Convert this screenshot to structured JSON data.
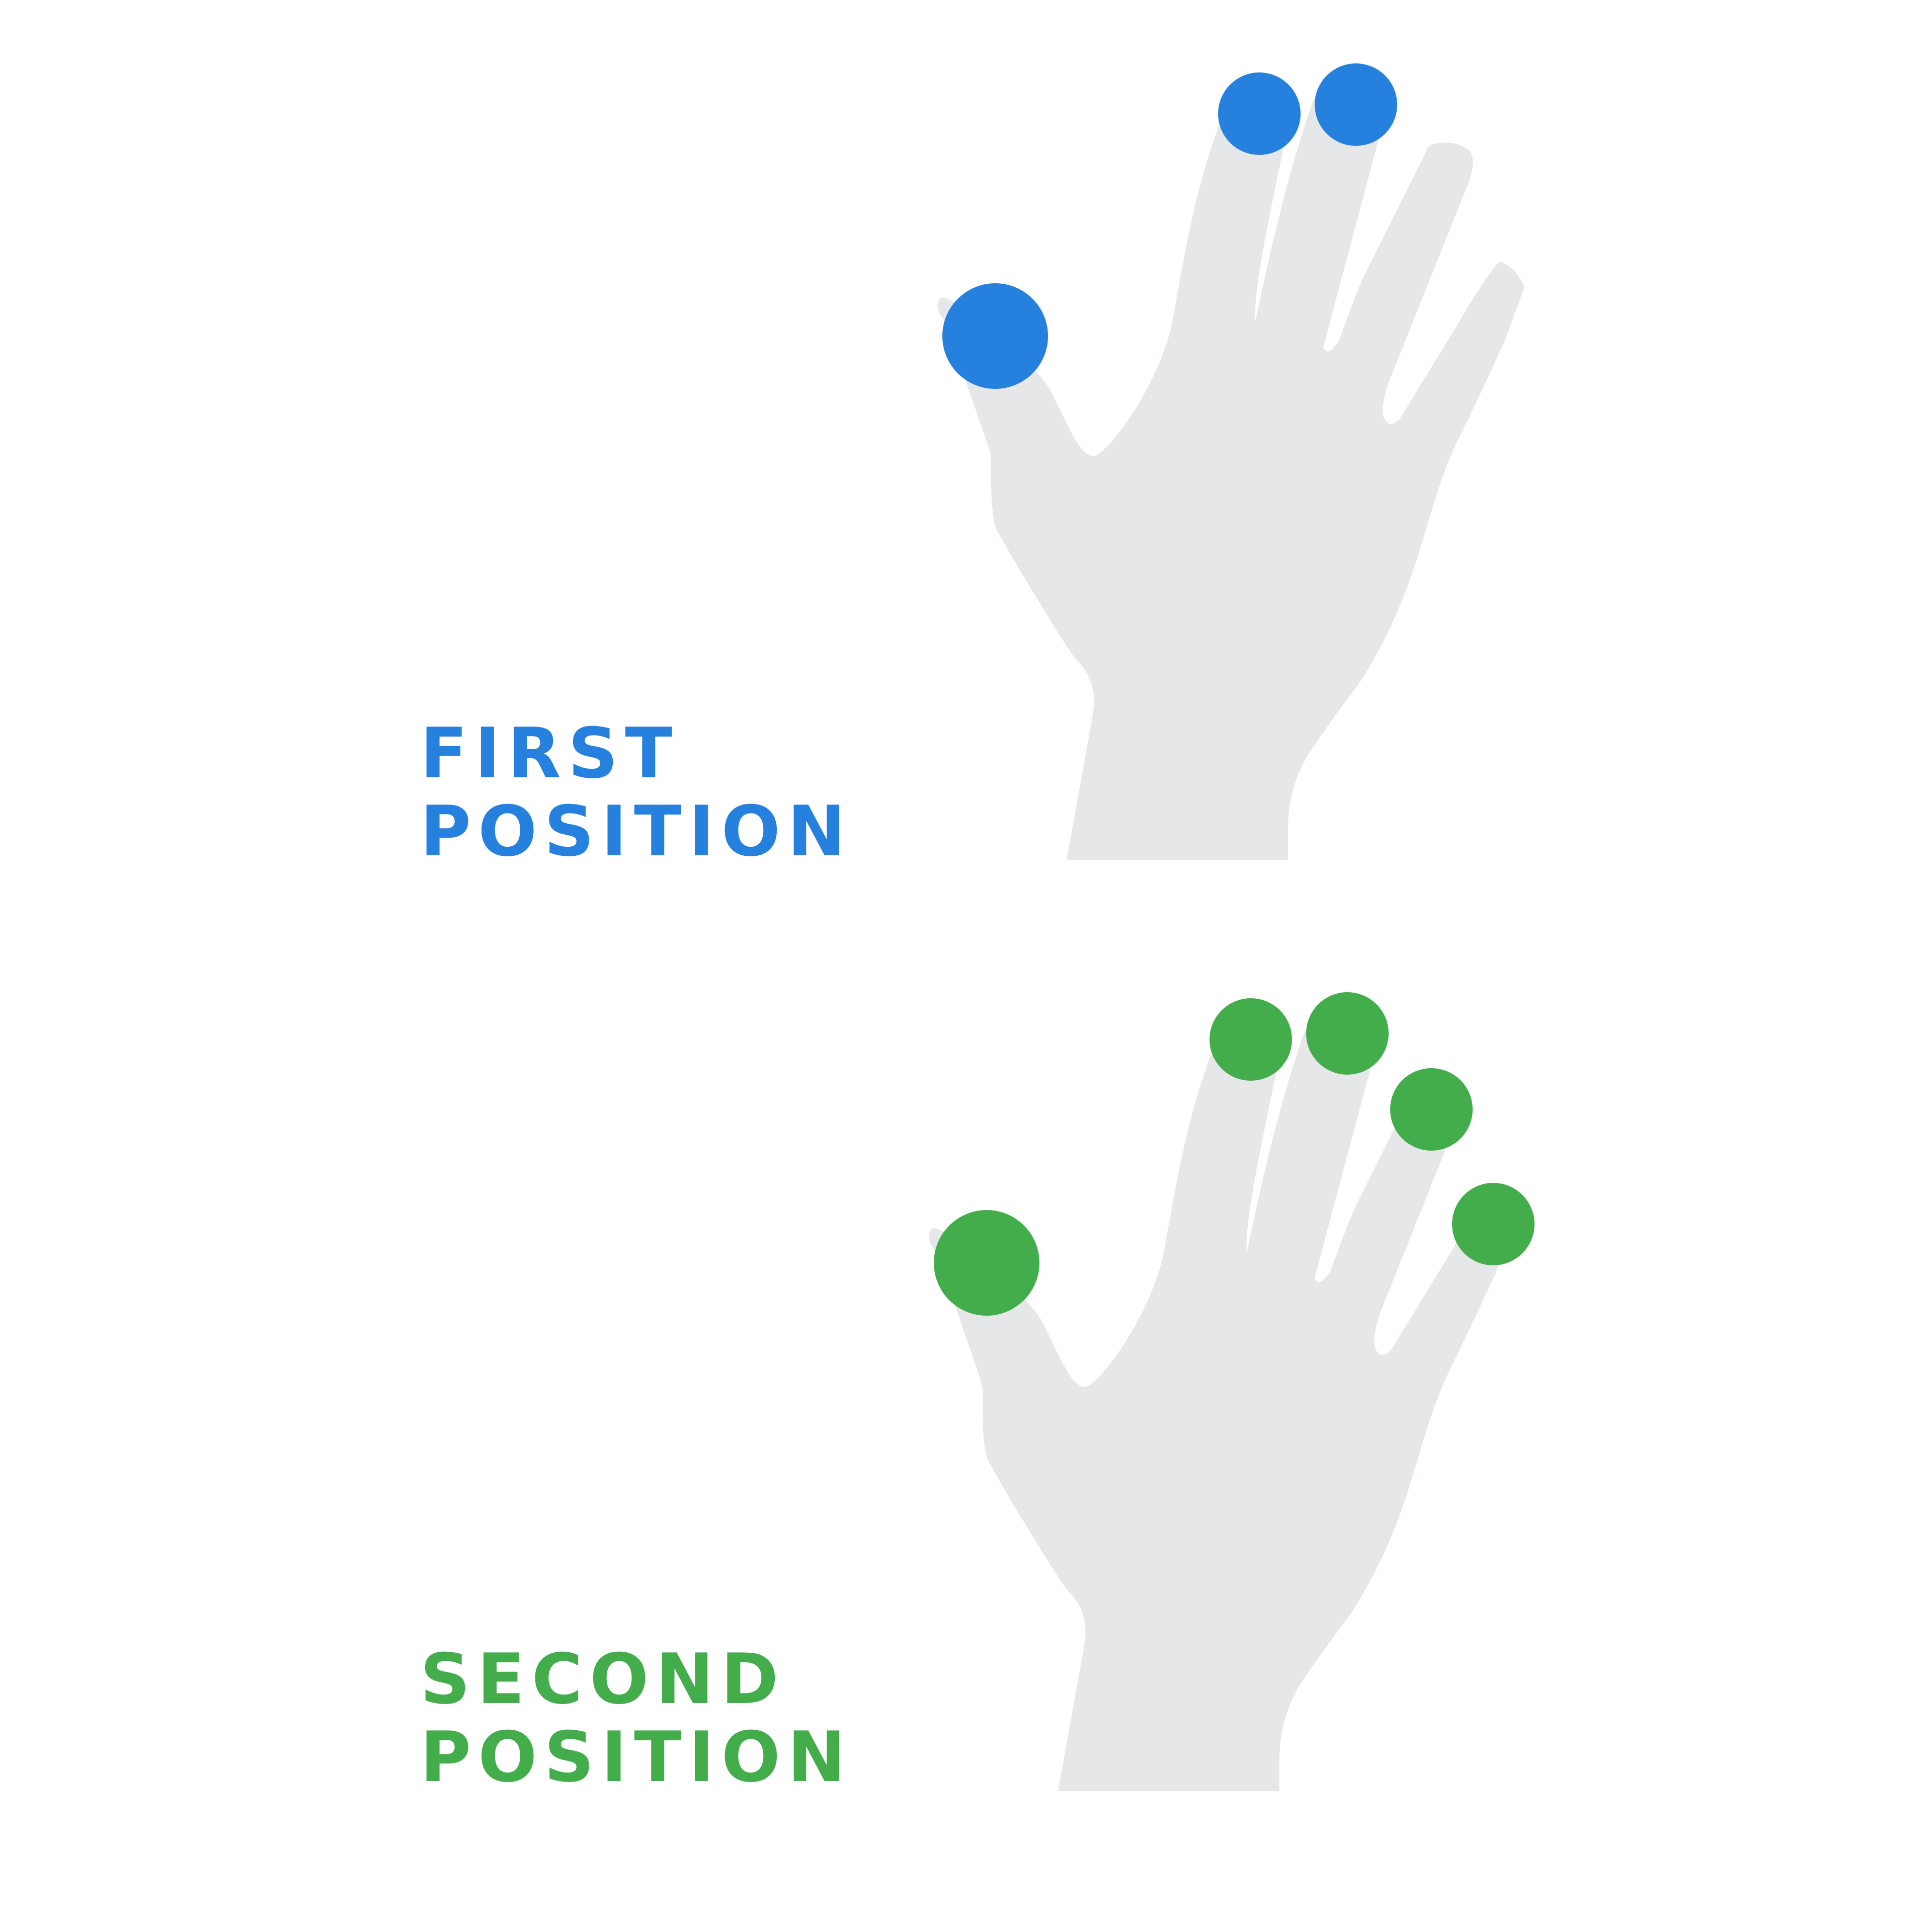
{
  "colors": {
    "hand": "#e6e7e8",
    "first": "#2680dd",
    "second": "#43ac4b",
    "background": "#ffffff"
  },
  "first": {
    "line1": "FIRST",
    "line2": "POSITION",
    "color": "#2680dd",
    "fingers_touching": [
      "thumb",
      "index",
      "middle"
    ]
  },
  "second": {
    "line1": "SECOND",
    "line2": "POSITION",
    "color": "#43ac4b",
    "fingers_touching": [
      "thumb",
      "index",
      "middle",
      "ring",
      "pinky"
    ]
  }
}
